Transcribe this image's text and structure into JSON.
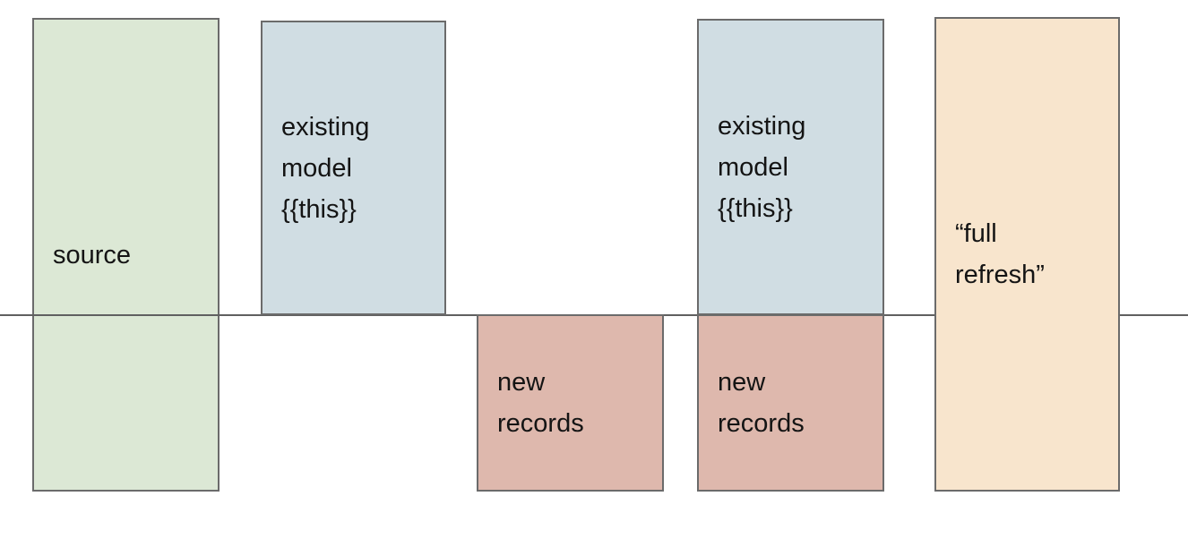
{
  "diagram": {
    "baseline_color": "#606060",
    "border_color": "#6b6b6b",
    "text_color": "#141414",
    "boxes": [
      {
        "name": "source",
        "label": "source",
        "fill": "#dce8d5"
      },
      {
        "name": "existing-model-1",
        "label": "existing\nmodel\n{{this}}",
        "fill": "#d0dde3"
      },
      {
        "name": "new-records-1",
        "label": "new\nrecords",
        "fill": "#deb8ad"
      },
      {
        "name": "existing-model-2",
        "label": "existing\nmodel\n{{this}}",
        "fill": "#d0dde3"
      },
      {
        "name": "new-records-2",
        "label": "new\nrecords",
        "fill": "#f8e5cd"
      }
    ]
  },
  "note": "boxes array order: source, existing-model-1, new-records-1, existing-model-2, new-records-2, full-refresh",
  "full_boxes": [
    {
      "name": "source",
      "label": "source",
      "fill": "#dce8d5"
    },
    {
      "name": "existing-model-1",
      "label": "existing\nmodel\n{{this}}",
      "fill": "#d0dde3"
    },
    {
      "name": "new-records-1",
      "label": "new\nrecords",
      "fill": "#deb8ad"
    },
    {
      "name": "existing-model-2",
      "label": "existing\nmodel\n{{this}}",
      "fill": "#d0dde3"
    },
    {
      "name": "new-records-2",
      "label": "new\nrecords",
      "fill": "#deb8ad"
    },
    {
      "name": "full-refresh",
      "label": "“full\nrefresh”",
      "fill": "#f8e5cd"
    }
  ]
}
